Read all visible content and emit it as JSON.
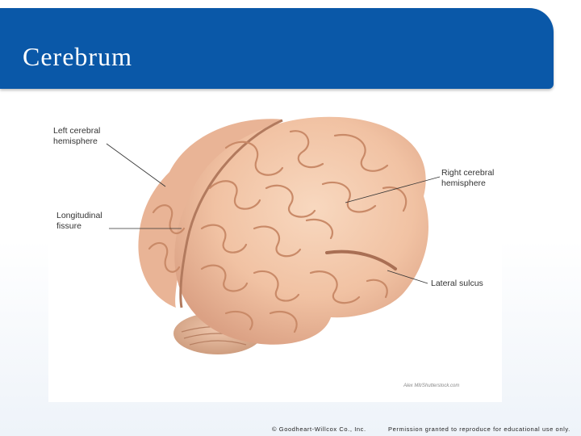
{
  "slide": {
    "title": "Cerebrum"
  },
  "figure": {
    "labels": {
      "left_hemisphere": "Left cerebral\nhemisphere",
      "longitudinal_fissure": "Longitudinal\nfissure",
      "right_hemisphere": "Right cerebral\nhemisphere",
      "lateral_sulcus": "Lateral sulcus"
    },
    "watermark": "Alex Mit/Shutterstock.com"
  },
  "footer": {
    "copyright": "© Goodheart-Willcox Co., Inc.",
    "permission": "Permission granted to reproduce for educational use only."
  },
  "colors": {
    "title_bar": "#0a58a8",
    "brain_base": "#f3c5a6",
    "brain_fold": "#c98a68"
  }
}
